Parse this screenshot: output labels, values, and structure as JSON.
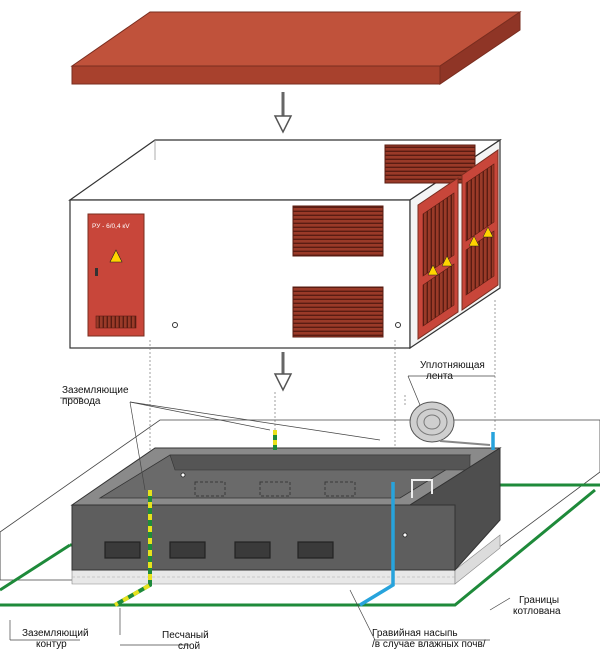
{
  "door_panel_text": "РУ - 6/0,4 кV",
  "labels": {
    "grounding_wires": [
      "Заземляющие",
      "провода"
    ],
    "sealing_tape": [
      "Уплотняющая",
      "лента"
    ],
    "pit_boundaries": [
      "Границы",
      "котлована"
    ],
    "grounding_loop": [
      "Заземляющий",
      "контур"
    ],
    "sand_layer": [
      "Песчаный",
      "слой"
    ],
    "gravel_fill": [
      "Гравийная насыпь",
      "/в случае влажных почв/"
    ]
  },
  "colors": {
    "roof": "#c0523b",
    "vent_red": "#9a3a28",
    "door_red": "#c8463a",
    "foundation": "#5e5e5e",
    "green_wire": "#1e8a3a",
    "yellow_wire": "#e7e21c",
    "blue_line": "#27a3dc"
  }
}
